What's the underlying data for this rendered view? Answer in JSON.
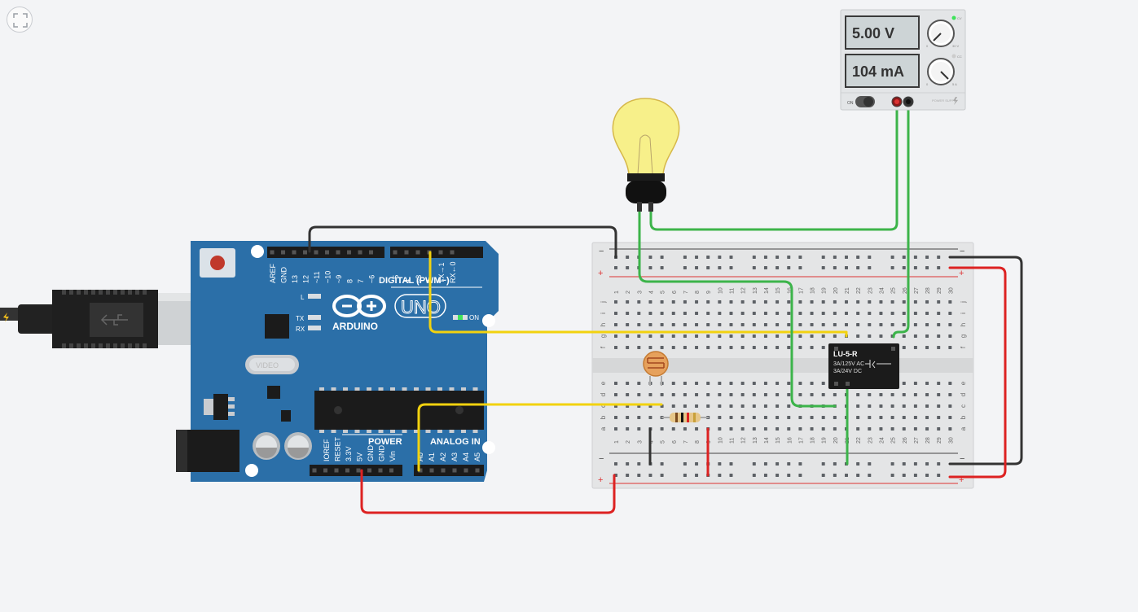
{
  "toolbar": {
    "fit_icon": "fit-view-icon"
  },
  "power_supply": {
    "voltage": "5.00 V",
    "current": "104 mA",
    "on_label": "ON",
    "knob_min": "0",
    "knob_v_max": "30 V",
    "knob_a_max": "5 A",
    "ind_cv": "CV",
    "ind_cc": "CC",
    "brand": "POWER SUPPLY"
  },
  "arduino": {
    "brand": "ARDUINO",
    "model": "UNO",
    "digital_label": "DIGITAL (PWM~)",
    "power_label": "POWER",
    "analog_label": "ANALOG IN",
    "top_pins": [
      "AREF",
      "GND",
      "13",
      "12",
      "~11",
      "~10",
      "~9",
      "8",
      "7",
      "~6",
      "~5",
      "4",
      "~3",
      "2",
      "TX→1",
      "RX←0"
    ],
    "power_pins": [
      "IOREF",
      "RESET",
      "3.3V",
      "5V",
      "GND",
      "GND",
      "Vin"
    ],
    "analog_pins": [
      "A0",
      "A1",
      "A2",
      "A3",
      "A4",
      "A5"
    ],
    "led_l": "L",
    "led_tx": "TX",
    "led_rx": "RX",
    "led_on": "ON",
    "crystal": "VIDEO"
  },
  "relay": {
    "model": "LU-5-R",
    "rating_ac": "3A/125V AC",
    "rating_dc": "3A/24V DC"
  },
  "breadboard": {
    "columns": [
      "1",
      "2",
      "3",
      "4",
      "5",
      "6",
      "7",
      "8",
      "9",
      "10",
      "11",
      "12",
      "13",
      "14",
      "15",
      "16",
      "17",
      "18",
      "19",
      "20",
      "21",
      "22",
      "23",
      "24",
      "25",
      "26",
      "27",
      "28",
      "29",
      "30"
    ],
    "rows_top": [
      "j",
      "i",
      "h",
      "g",
      "f"
    ],
    "rows_bottom": [
      "e",
      "d",
      "c",
      "b",
      "a"
    ],
    "minus": "−",
    "plus": "+"
  },
  "colors": {
    "arduino_blue": "#2b6fa8",
    "wire_black": "#333333",
    "wire_red": "#dd2222",
    "wire_green": "#3cb44a",
    "wire_yellow": "#f2d20f",
    "bulb_yellow": "#f7f08a"
  }
}
